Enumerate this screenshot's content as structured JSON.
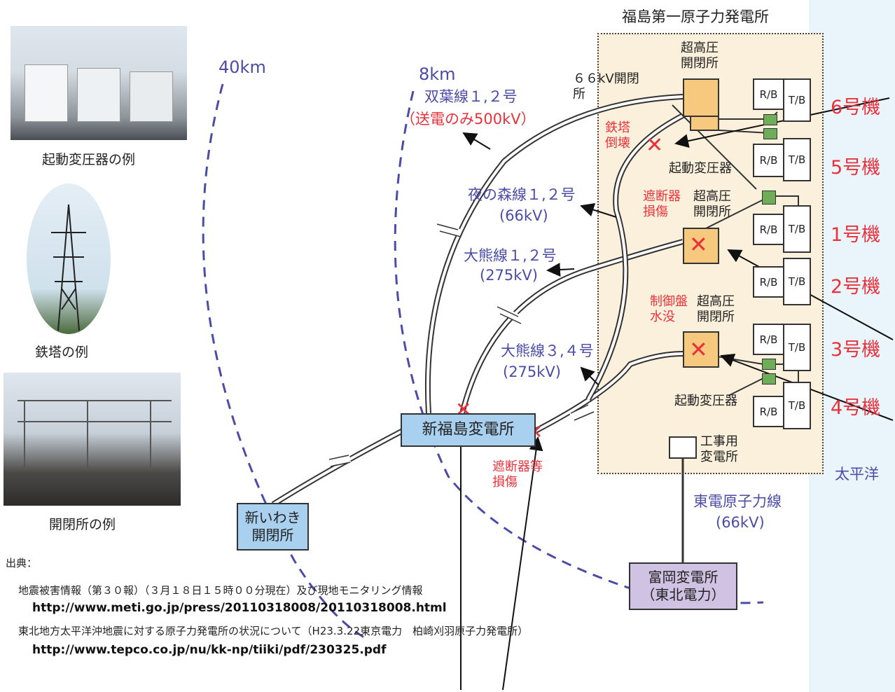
{
  "plant": {
    "title": "福島第一原子力発電所",
    "ehv_switchyard_top": "超高圧\n開閉所",
    "kv66_switchyard": "６６kV開閉\n所",
    "tower_collapse": "鉄塔\n倒壊",
    "startup_transformer_top": "起動変圧器",
    "breaker_damage": "遮断器\n損傷",
    "ehv_switchyard_mid": "超高圧\n開閉所",
    "panel_flooded": "制御盤\n水没",
    "ehv_switchyard_low": "超高圧\n開閉所",
    "startup_transformer_low": "起動変圧器",
    "construction_substation": "工事用\n変電所",
    "rb": "R/B",
    "tb": "T/B",
    "units": [
      "6号機",
      "5号機",
      "1号機",
      "2号機",
      "3号機",
      "4号機"
    ],
    "ocean": "太平洋",
    "cross": "✕"
  },
  "lines": {
    "futaba": "双葉線１,２号",
    "futaba_note": "（送電のみ500kV）",
    "yonomori": "夜の森線１,２号",
    "yonomori_kv": "(66kV)",
    "okuma12": "大熊線１,２号",
    "okuma12_kv": "(275kV)",
    "okuma34": "大熊線３,４号",
    "okuma34_kv": "(275kV)",
    "todenn": "東電原子力線",
    "todenn_kv": "(66kV)"
  },
  "distances": {
    "d40": "40km",
    "d8": "8km"
  },
  "substations": {
    "shin_fukushima": "新福島変電所",
    "shin_iwaki": "新いわき\n開閉所",
    "tomioka": "富岡変電所\n（東北電力）",
    "breaker_damage_sub": "遮断器等\n損傷"
  },
  "photos": {
    "startup_caption": "起動変圧器の例",
    "tower_caption": "鉄塔の例",
    "switchyard_caption": "開閉所の例"
  },
  "sources": {
    "heading": "出典：",
    "line1": "地震被害情報（第３０報）（３月１８日１５時００分現在）及び現地モニタリング情報",
    "url1": "http://www.meti.go.jp/press/20110318008/20110318008.html",
    "line2": "東北地方太平洋沖地震に対する原子力発電所の状況について（H23.3.22東京電力　柏崎刈羽原子力発電所）",
    "url2": "http://www.tepco.co.jp/nu/kk-np/tiiki/pdf/230325.pdf"
  },
  "colors": {
    "blue_text": "#4b4ca6",
    "red_text": "#e8323c",
    "plant_bg": "#fbf0dc",
    "switchyard_fill": "#f7c97e",
    "substation_fill": "#a9d1ef",
    "tomioka_fill": "#cfc2e3",
    "transformer_fill": "#6fae58"
  }
}
